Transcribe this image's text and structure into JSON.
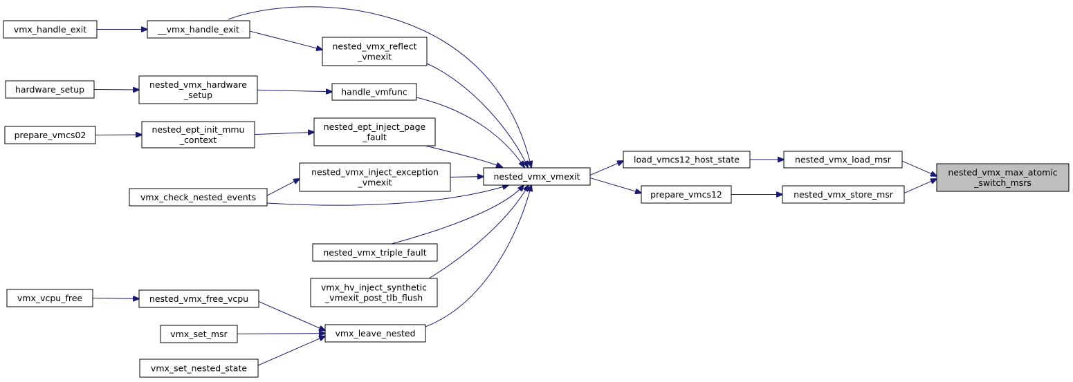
{
  "graph": {
    "title": "",
    "edge_color": "#191970",
    "highlight_fill": "#bfbfbf",
    "nodes": [
      {
        "id": "vmx_handle_exit",
        "lines": [
          "vmx_handle_exit"
        ]
      },
      {
        "id": "__vmx_handle_exit",
        "lines": [
          "__vmx_handle_exit"
        ]
      },
      {
        "id": "nested_vmx_reflect_vmexit",
        "lines": [
          "nested_vmx_reflect",
          "_vmexit"
        ]
      },
      {
        "id": "hardware_setup",
        "lines": [
          "hardware_setup"
        ]
      },
      {
        "id": "nested_vmx_hardware_setup",
        "lines": [
          "nested_vmx_hardware",
          "_setup"
        ]
      },
      {
        "id": "handle_vmfunc",
        "lines": [
          "handle_vmfunc"
        ]
      },
      {
        "id": "prepare_vmcs02",
        "lines": [
          "prepare_vmcs02"
        ]
      },
      {
        "id": "nested_ept_init_mmu_context",
        "lines": [
          "nested_ept_init_mmu",
          "_context"
        ]
      },
      {
        "id": "nested_ept_inject_page_fault",
        "lines": [
          "nested_ept_inject_page",
          "_fault"
        ]
      },
      {
        "id": "nested_vmx_inject_exception_vmexit",
        "lines": [
          "nested_vmx_inject_exception",
          "_vmexit"
        ]
      },
      {
        "id": "vmx_check_nested_events",
        "lines": [
          "vmx_check_nested_events"
        ]
      },
      {
        "id": "nested_vmx_triple_fault",
        "lines": [
          "nested_vmx_triple_fault"
        ]
      },
      {
        "id": "vmx_hv_inject_synthetic_vmexit_post_tlb_flush",
        "lines": [
          "vmx_hv_inject_synthetic",
          "_vmexit_post_tlb_flush"
        ]
      },
      {
        "id": "vmx_vcpu_free",
        "lines": [
          "vmx_vcpu_free"
        ]
      },
      {
        "id": "nested_vmx_free_vcpu",
        "lines": [
          "nested_vmx_free_vcpu"
        ]
      },
      {
        "id": "vmx_set_msr",
        "lines": [
          "vmx_set_msr"
        ]
      },
      {
        "id": "vmx_leave_nested",
        "lines": [
          "vmx_leave_nested"
        ]
      },
      {
        "id": "vmx_set_nested_state",
        "lines": [
          "vmx_set_nested_state"
        ]
      },
      {
        "id": "nested_vmx_vmexit",
        "lines": [
          "nested_vmx_vmexit"
        ]
      },
      {
        "id": "load_vmcs12_host_state",
        "lines": [
          "load_vmcs12_host_state"
        ]
      },
      {
        "id": "prepare_vmcs12",
        "lines": [
          "prepare_vmcs12"
        ]
      },
      {
        "id": "nested_vmx_load_msr",
        "lines": [
          "nested_vmx_load_msr"
        ]
      },
      {
        "id": "nested_vmx_store_msr",
        "lines": [
          "nested_vmx_store_msr"
        ]
      },
      {
        "id": "nested_vmx_max_atomic_switch_msrs",
        "lines": [
          "nested_vmx_max_atomic",
          "_switch_msrs"
        ],
        "highlight": true
      }
    ],
    "edges": [
      {
        "from": "vmx_handle_exit",
        "to": "__vmx_handle_exit"
      },
      {
        "from": "__vmx_handle_exit",
        "to": "nested_vmx_reflect_vmexit"
      },
      {
        "from": "__vmx_handle_exit",
        "to": "nested_vmx_vmexit"
      },
      {
        "from": "nested_vmx_reflect_vmexit",
        "to": "nested_vmx_vmexit"
      },
      {
        "from": "hardware_setup",
        "to": "nested_vmx_hardware_setup"
      },
      {
        "from": "nested_vmx_hardware_setup",
        "to": "handle_vmfunc"
      },
      {
        "from": "handle_vmfunc",
        "to": "nested_vmx_vmexit"
      },
      {
        "from": "prepare_vmcs02",
        "to": "nested_ept_init_mmu_context"
      },
      {
        "from": "nested_ept_init_mmu_context",
        "to": "nested_ept_inject_page_fault"
      },
      {
        "from": "nested_ept_inject_page_fault",
        "to": "nested_vmx_vmexit"
      },
      {
        "from": "vmx_check_nested_events",
        "to": "nested_vmx_inject_exception_vmexit"
      },
      {
        "from": "vmx_check_nested_events",
        "to": "nested_vmx_vmexit"
      },
      {
        "from": "nested_vmx_inject_exception_vmexit",
        "to": "nested_vmx_vmexit"
      },
      {
        "from": "nested_vmx_triple_fault",
        "to": "nested_vmx_vmexit"
      },
      {
        "from": "vmx_hv_inject_synthetic_vmexit_post_tlb_flush",
        "to": "nested_vmx_vmexit"
      },
      {
        "from": "vmx_vcpu_free",
        "to": "nested_vmx_free_vcpu"
      },
      {
        "from": "nested_vmx_free_vcpu",
        "to": "vmx_leave_nested"
      },
      {
        "from": "vmx_set_msr",
        "to": "vmx_leave_nested"
      },
      {
        "from": "vmx_set_nested_state",
        "to": "vmx_leave_nested"
      },
      {
        "from": "vmx_leave_nested",
        "to": "nested_vmx_vmexit"
      },
      {
        "from": "nested_vmx_vmexit",
        "to": "load_vmcs12_host_state"
      },
      {
        "from": "nested_vmx_vmexit",
        "to": "prepare_vmcs12"
      },
      {
        "from": "load_vmcs12_host_state",
        "to": "nested_vmx_load_msr"
      },
      {
        "from": "prepare_vmcs12",
        "to": "nested_vmx_store_msr"
      },
      {
        "from": "nested_vmx_load_msr",
        "to": "nested_vmx_max_atomic_switch_msrs"
      },
      {
        "from": "nested_vmx_store_msr",
        "to": "nested_vmx_max_atomic_switch_msrs"
      }
    ]
  }
}
